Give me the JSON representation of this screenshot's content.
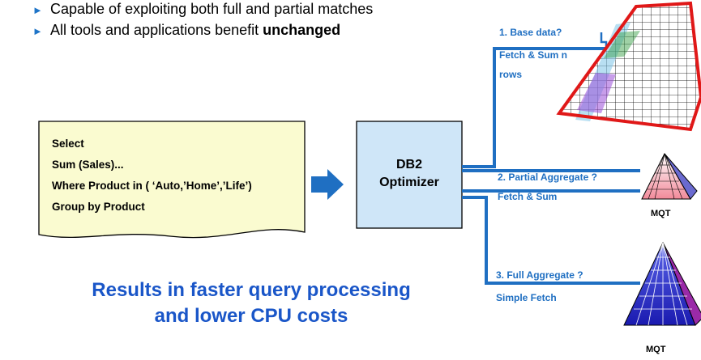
{
  "bullets": [
    {
      "text": "Capable of exploiting both full and partial matches",
      "bold": ""
    },
    {
      "text": "All tools and applications benefit ",
      "bold": "unchanged"
    }
  ],
  "query": {
    "lines": [
      "Select",
      "Sum (Sales)...",
      "Where Product in ( ‘Auto,’Home’,’Life’)",
      "Group by Product"
    ]
  },
  "optimizer": {
    "line1": "DB2",
    "line2": "Optimizer"
  },
  "paths": [
    {
      "title": "1. Base data?",
      "action_line1": "Fetch & Sum n",
      "action_line2": "rows"
    },
    {
      "title": "2. Partial Aggregate ?",
      "action": "Fetch & Sum"
    },
    {
      "title": "3. Full Aggregate ?",
      "action": "Simple Fetch"
    }
  ],
  "mqt_labels": [
    "MQT",
    "MQT"
  ],
  "result": {
    "line1": "Results in faster query processing",
    "line2": "and lower CPU costs"
  },
  "colors": {
    "accent_blue": "#1f6fc2",
    "note_fill": "#fafbd0",
    "optimizer_fill": "#cfe6f8",
    "base_outline": "#e01818"
  }
}
